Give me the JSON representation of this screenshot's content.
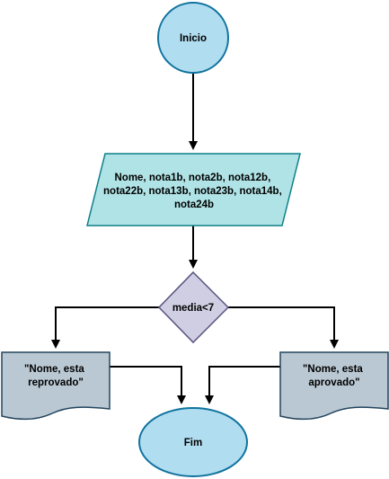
{
  "flowchart": {
    "start": {
      "label": "Inicio",
      "fill": "#b1ddf0"
    },
    "input": {
      "lines": [
        "Nome, nota1b, nota2b, nota12b,",
        "nota22b, nota13b, nota23b, nota14b,",
        "nota24b"
      ],
      "fill": "#b0e3e6"
    },
    "decision": {
      "label": "media<7",
      "fill": "#d0cee2"
    },
    "output_fail": {
      "lines": [
        "\"Nome, esta",
        "reprovado\""
      ],
      "fill": "#bac8d3"
    },
    "output_pass": {
      "lines": [
        "\"Nome, esta",
        "aprovado\""
      ],
      "fill": "#bac8d3"
    },
    "end": {
      "label": "Fim",
      "fill": "#b1ddf0"
    }
  }
}
